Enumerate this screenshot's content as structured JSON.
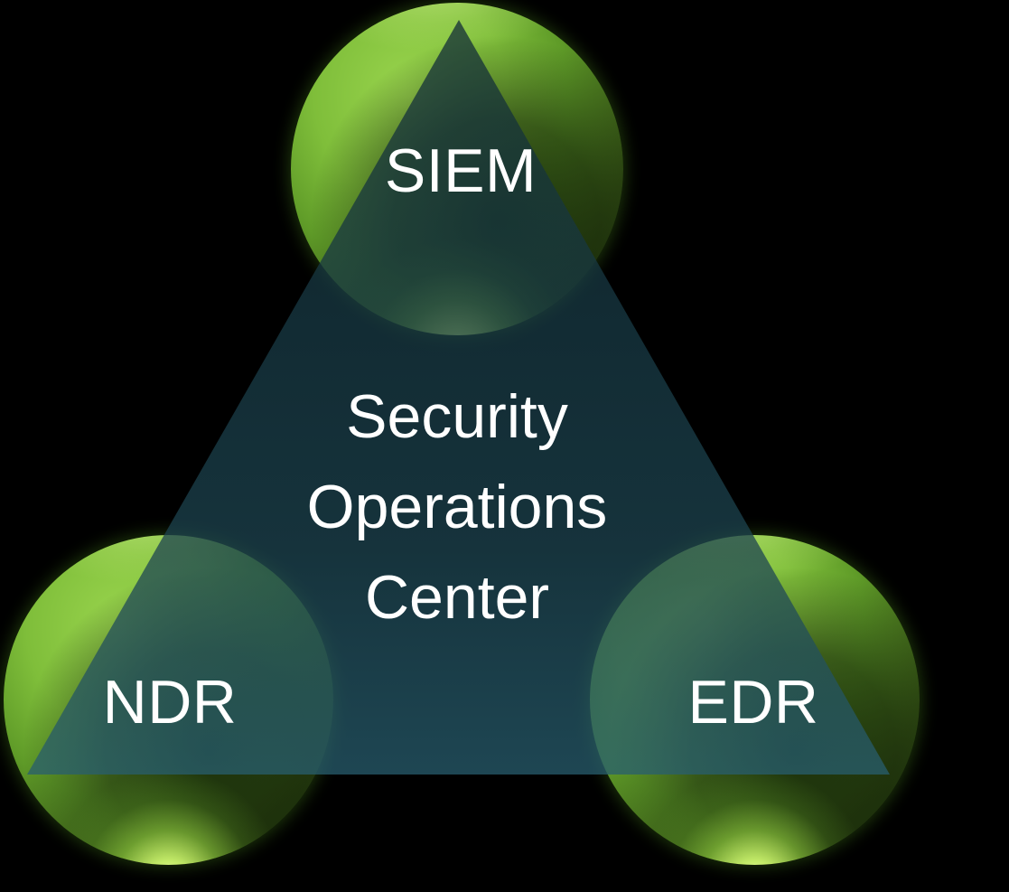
{
  "diagram": {
    "type": "triangle-relationship",
    "title": "Security Operations Center",
    "center": {
      "lines": [
        "Security",
        "Operations",
        "Center"
      ]
    },
    "nodes": [
      {
        "id": "siem",
        "label": "SIEM",
        "position": "top"
      },
      {
        "id": "ndr",
        "label": "NDR",
        "position": "bottom-left"
      },
      {
        "id": "edr",
        "label": "EDR",
        "position": "bottom-right"
      }
    ],
    "triangle": {
      "fill_top": "#122d36",
      "fill_bottom": "#285e6f",
      "opacity": 0.75
    },
    "colors": {
      "background": "#000000",
      "sphere_green": "#7fbe3a",
      "sphere_highlight": "#9ad54e",
      "bottom_glow": "#f4facc",
      "text": "#ffffff"
    }
  }
}
